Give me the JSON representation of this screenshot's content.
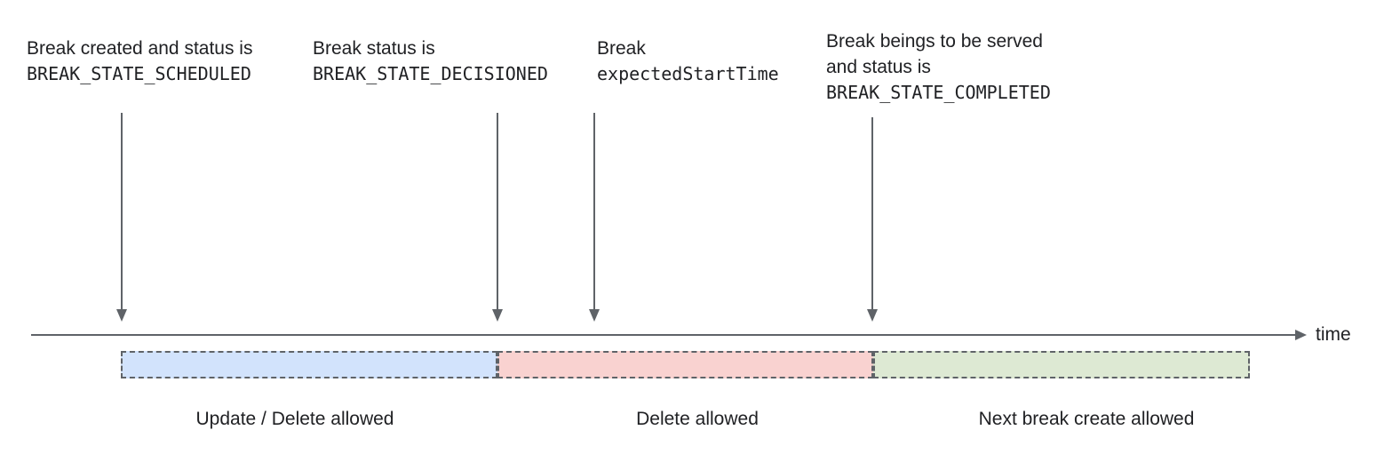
{
  "colors": {
    "text": "#202124",
    "line": "#5f6368",
    "segment_border": "#5f6368",
    "blue_fill": "#d2e3fc",
    "red_fill": "#f9d2d0",
    "green_fill": "#dde9d3"
  },
  "annotations": [
    {
      "line1": "Break created and status is",
      "code": "BREAK_STATE_SCHEDULED"
    },
    {
      "line1": "Break status is",
      "code": "BREAK_STATE_DECISIONED"
    },
    {
      "line1": "Break",
      "code": "expectedStartTime"
    },
    {
      "line1": "Break beings to be served",
      "line2": "and status is",
      "code": "BREAK_STATE_COMPLETED"
    }
  ],
  "timeline": {
    "axis_label": "time"
  },
  "segments": [
    {
      "label": "Update / Delete allowed",
      "fill": "#d2e3fc"
    },
    {
      "label": "Delete allowed",
      "fill": "#f9d2d0"
    },
    {
      "label": "Next break create allowed",
      "fill": "#dde9d3"
    }
  ]
}
